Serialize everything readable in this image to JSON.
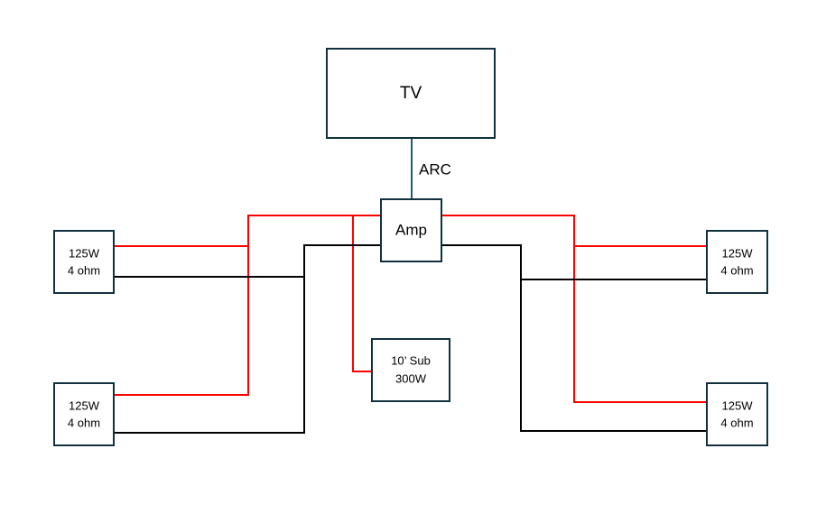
{
  "nodes": {
    "tv": {
      "label": "TV"
    },
    "amp": {
      "label": "Amp"
    },
    "sub": {
      "line1": "10’ Sub",
      "line2": "300W"
    },
    "speaker_top_left": {
      "line1": "125W",
      "line2": "4 ohm"
    },
    "speaker_bottom_left": {
      "line1": "125W",
      "line2": "4 ohm"
    },
    "speaker_top_right": {
      "line1": "125W",
      "line2": "4 ohm"
    },
    "speaker_bottom_right": {
      "line1": "125W",
      "line2": "4 ohm"
    }
  },
  "connections": {
    "arc_label": "ARC"
  },
  "colors": {
    "box_border": "#12313f",
    "positive_wire": "#ff0000",
    "negative_wire": "#000000",
    "arc_line": "#1f5a7a"
  }
}
